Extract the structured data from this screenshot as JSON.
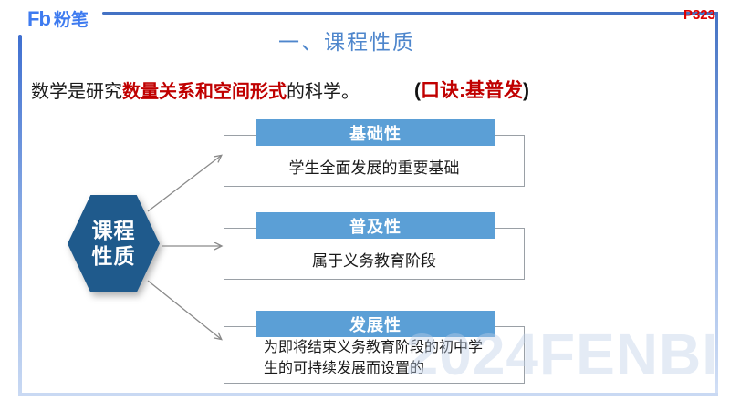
{
  "brand": {
    "mark": "Fb",
    "name": "粉笔"
  },
  "page_ref": "P323",
  "title": "一、课程性质",
  "intro": {
    "prefix": "数学是研究",
    "highlight": "数量关系和空间形式",
    "suffix": "的科学。",
    "mnemonic_open": "(",
    "mnemonic_text": "口诀:基普发",
    "mnemonic_close": ")"
  },
  "hexagon": {
    "line1": "课程",
    "line2": "性质"
  },
  "items": [
    {
      "title": "基础性",
      "body": "学生全面发展的重要基础"
    },
    {
      "title": "普及性",
      "body": "属于义务教育阶段"
    },
    {
      "title": "发展性",
      "body": "为即将结束义务教育阶段的初中学生的可持续发展而设置的"
    }
  ],
  "watermark": "2024FENBI",
  "colors": {
    "accent_blue": "#4472C4",
    "header_blue": "#5B9FD6",
    "hexagon_blue": "#1F5A8C",
    "title_blue": "#4E86CC",
    "brand_blue": "#3E7BF0",
    "highlight_red": "#C00000",
    "page_red": "#DE0000",
    "arrow_gray": "#8a8a8a"
  }
}
